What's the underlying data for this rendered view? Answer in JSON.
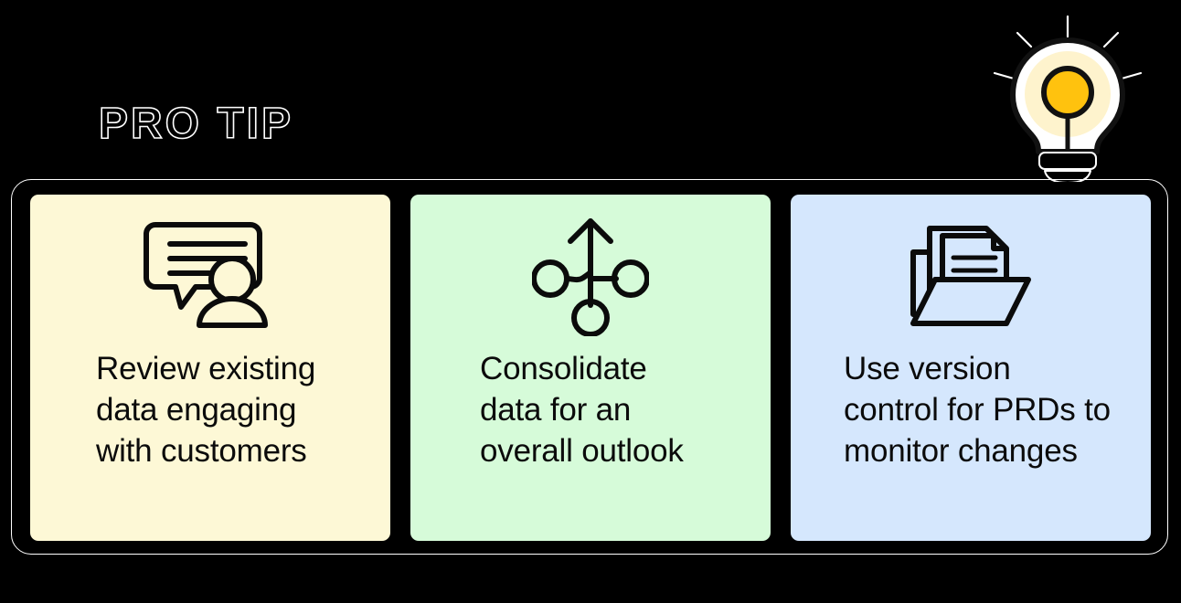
{
  "header": {
    "eyebrow": "PRO TIP",
    "icon": "lightbulb-icon",
    "colors": {
      "background": "#000000",
      "stroke": "#ffffff",
      "bulb_body": "#ffffff",
      "bulb_glow": "#fef3cd",
      "bulb_filament": "#ffc20e",
      "outline": "#111111"
    }
  },
  "panel": {
    "border_color": "#ffffff",
    "cards": [
      {
        "id": "card-review-data",
        "icon": "speech-bubble-person-icon",
        "background": "#fdf8d6",
        "lines": [
          "Review existing",
          "data engaging",
          "with customers"
        ],
        "text": "Review existing data engaging with customers"
      },
      {
        "id": "card-consolidate-data",
        "icon": "merge-arrow-nodes-icon",
        "background": "#d6fbd9",
        "lines": [
          "Consolidate",
          "data for an",
          "overall outlook"
        ],
        "text": "Consolidate data for an overall outlook"
      },
      {
        "id": "card-version-control",
        "icon": "folder-documents-icon",
        "background": "#d5e7fd",
        "lines": [
          "Use version",
          "control for PRDs to",
          "monitor changes"
        ],
        "text": "Use version control for PRDs to monitor changes"
      }
    ]
  }
}
